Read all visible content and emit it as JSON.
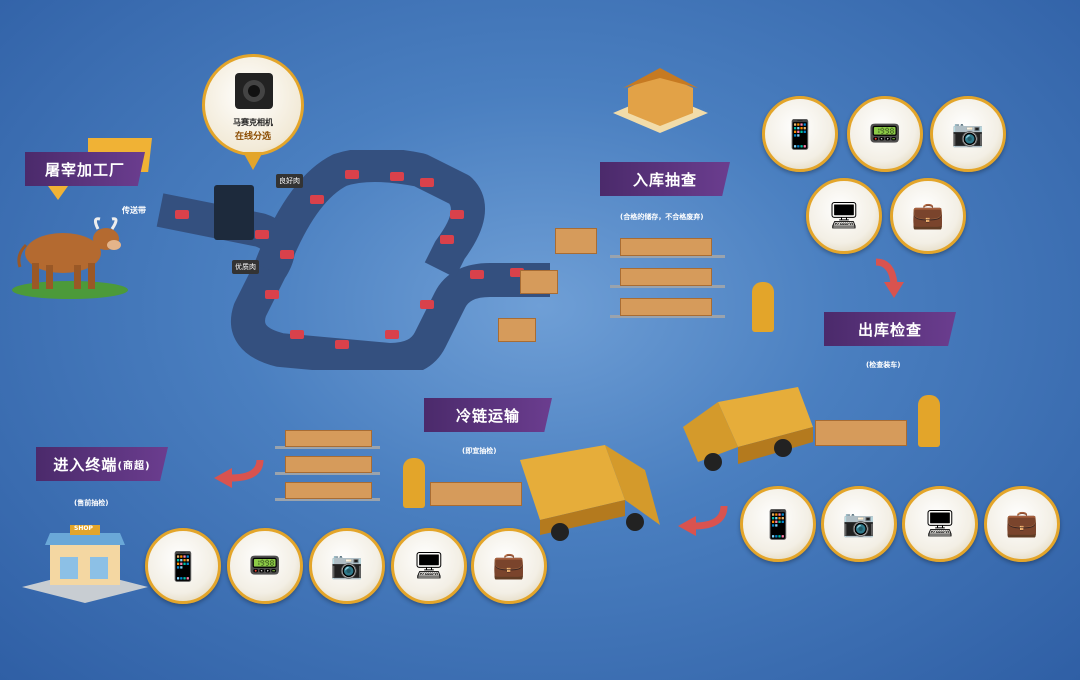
{
  "stages": {
    "slaughter": "屠宰加工厂",
    "inbound": "入库抽查",
    "inbound_note": "(合格的储存，不合格废弃)",
    "outbound": "出库检查",
    "outbound_note": "(检查装车)",
    "coldchain": "冷链运输",
    "coldchain_note": "(即宜抽检)",
    "terminal": "进入终端",
    "terminal_suffix": "(商超)",
    "terminal_note": "(售前抽检)"
  },
  "conveyor": {
    "belt_label": "传送带",
    "camera_name": "马赛克相机",
    "camera_sub": "在线分选",
    "good_meat": "良好肉",
    "excellent_meat": "优质肉"
  },
  "shop_sign": "SHOP",
  "colors": {
    "banner": "#5a3280",
    "accent": "#f0b235",
    "arrow": "#d9534f",
    "ring": "#e3a52a"
  }
}
